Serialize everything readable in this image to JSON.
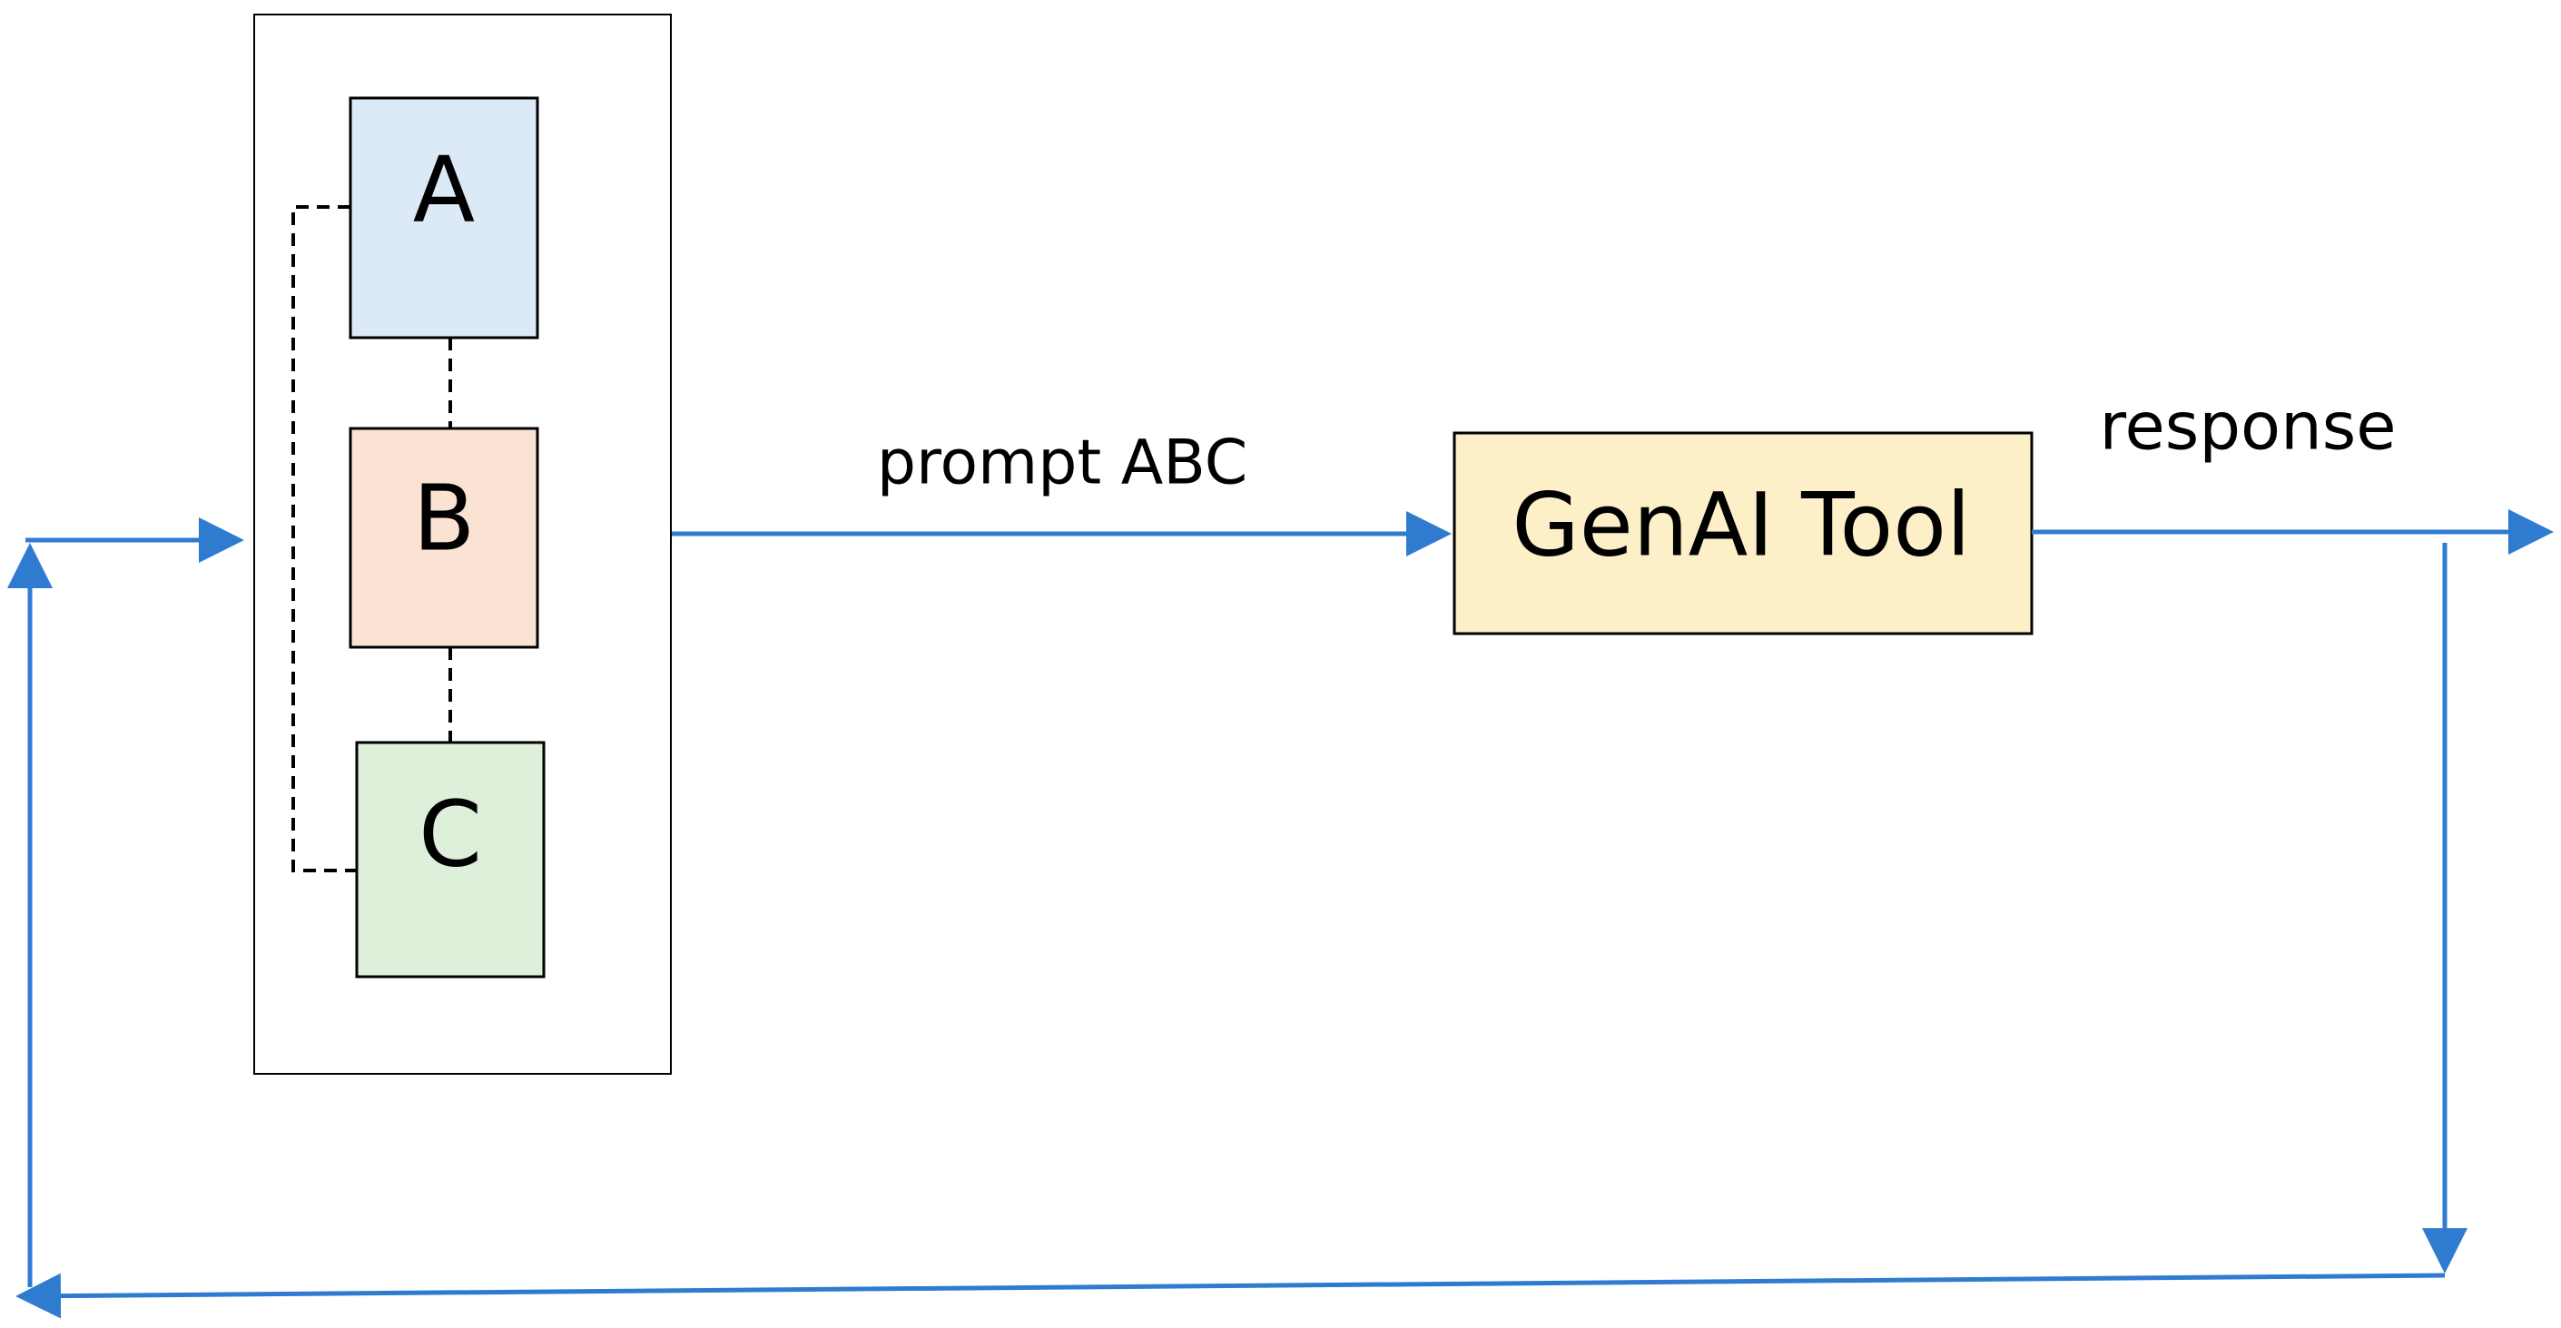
{
  "nodes": {
    "a": {
      "label": "A",
      "fill": "#dce9f6"
    },
    "b": {
      "label": "B",
      "fill": "#fbe3d3"
    },
    "c": {
      "label": "C",
      "fill": "#def0da"
    },
    "genai": {
      "label": "GenAI Tool",
      "fill": "#fdf0c9"
    }
  },
  "edges": {
    "prompt_label": "prompt ABC",
    "response_label": "response"
  },
  "colors": {
    "arrow": "#2f7bd0",
    "outline": "#000000",
    "dashed": "#000000"
  }
}
